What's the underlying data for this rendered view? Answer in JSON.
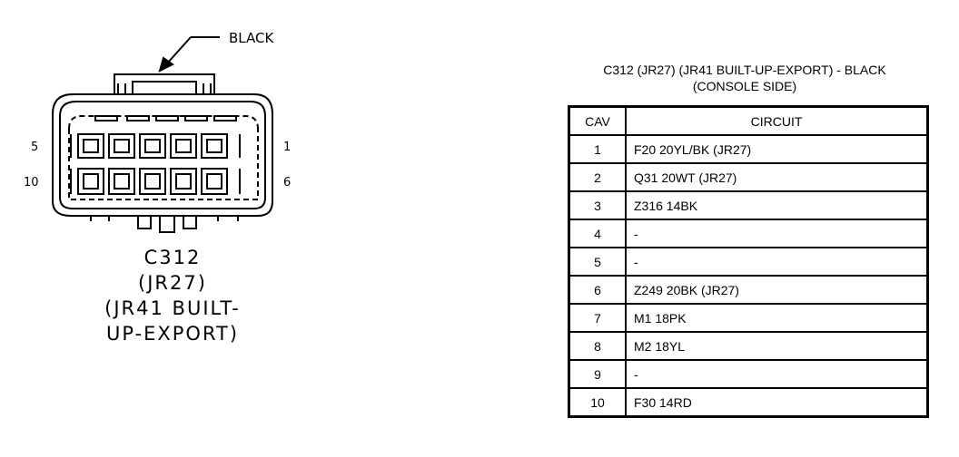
{
  "connector": {
    "color_callout": "BLACK",
    "pin_labels": {
      "top_left": "5",
      "bottom_left": "10",
      "top_right": "1",
      "bottom_right": "6"
    },
    "caption_lines": [
      "C312",
      "(JR27)",
      "(JR41 BUILT-",
      "UP-EXPORT)"
    ]
  },
  "table": {
    "title_lines": [
      "C312 (JR27) (JR41 BUILT-UP-EXPORT) - BLACK",
      "(CONSOLE SIDE)"
    ],
    "headers": {
      "cav": "CAV",
      "circuit": "CIRCUIT"
    },
    "rows": [
      {
        "cav": "1",
        "circuit": "F20 20YL/BK (JR27)"
      },
      {
        "cav": "2",
        "circuit": "Q31 20WT (JR27)"
      },
      {
        "cav": "3",
        "circuit": "Z316 14BK"
      },
      {
        "cav": "4",
        "circuit": "-"
      },
      {
        "cav": "5",
        "circuit": "-"
      },
      {
        "cav": "6",
        "circuit": "Z249 20BK (JR27)"
      },
      {
        "cav": "7",
        "circuit": "M1 18PK"
      },
      {
        "cav": "8",
        "circuit": "M2 18YL"
      },
      {
        "cav": "9",
        "circuit": "-"
      },
      {
        "cav": "10",
        "circuit": "F30 14RD"
      }
    ]
  }
}
